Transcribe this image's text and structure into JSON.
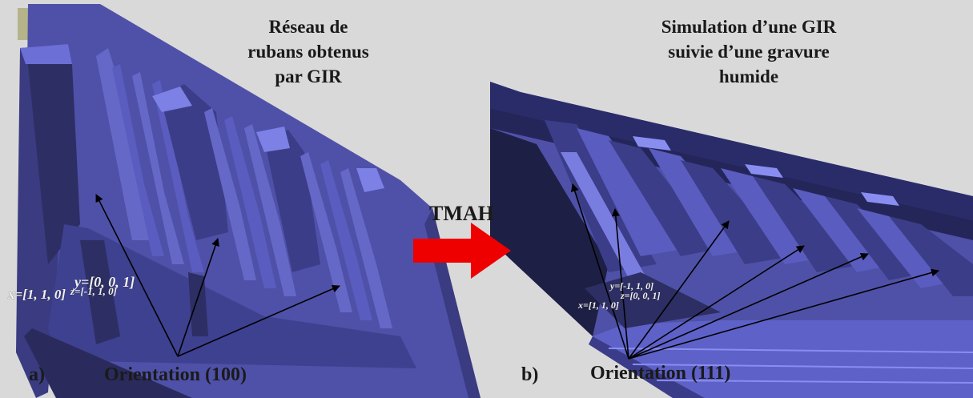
{
  "panel_a": {
    "title_lines": [
      "Réseau de",
      "rubans obtenus",
      "par GIR"
    ],
    "letter": "a)",
    "orientation_label": "Orientation (100)",
    "axis_x": "x=[1, 1, 0]",
    "axis_y": "y=[0, 0, 1]",
    "axis_z": "z=[-1, 1, 0]"
  },
  "panel_b": {
    "title_lines": [
      "Simulation d’une GIR",
      "suivie d’une gravure",
      "humide"
    ],
    "letter": "b)",
    "orientation_label": "Orientation (111)",
    "axis_y": "y=[-1, 1, 0]",
    "axis_z": "z=[0, 0, 1]",
    "axis_x": "x=[1, 1, 0]"
  },
  "arrow": {
    "label": "TMAH",
    "color": "#ee0000"
  },
  "colors": {
    "background": "#d9d9d9",
    "surface": "#5557b0",
    "surface_dark": "#3b3d88",
    "surface_shadow": "#1f2046",
    "edge_light": "#8a8df0"
  }
}
